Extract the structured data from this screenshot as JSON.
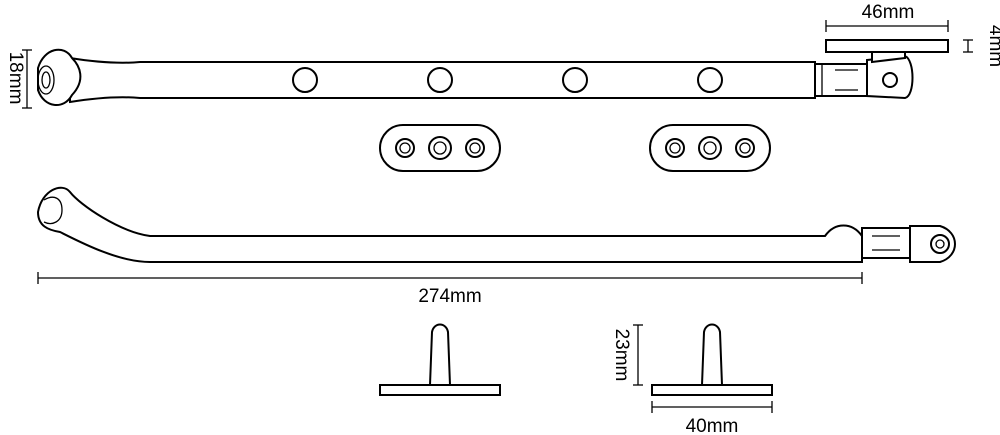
{
  "dimensions": {
    "width_top_plate": "46mm",
    "thickness_plate": "4mm",
    "height_knob": "18mm",
    "length_arm": "274mm",
    "height_pin": "23mm",
    "width_pin_plate": "40mm"
  },
  "colors": {
    "line": "#000000",
    "background": "#ffffff"
  }
}
